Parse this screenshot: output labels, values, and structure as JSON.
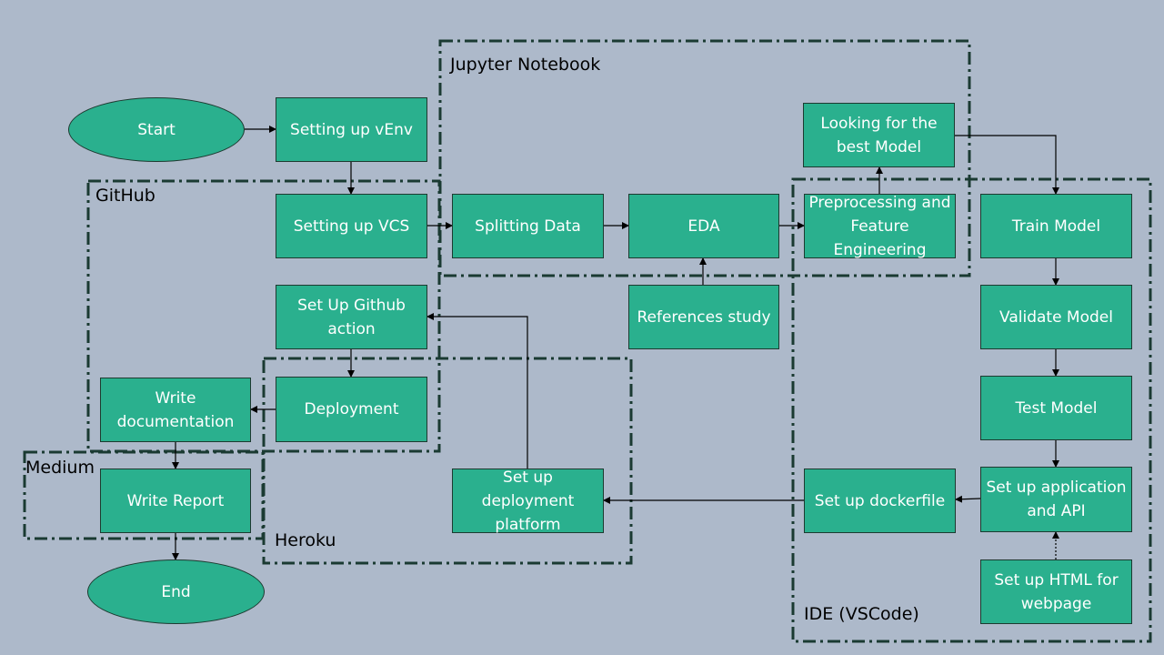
{
  "groups": {
    "jupyter": "Jupyter Notebook",
    "github": "GitHub",
    "medium": "Medium",
    "heroku": "Heroku",
    "ide": "IDE (VSCode)"
  },
  "nodes": {
    "start": "Start",
    "venv": "Setting up vEnv",
    "vcs": "Setting up VCS",
    "split": "Splitting Data",
    "eda": "EDA",
    "prep": "Preprocessing and Feature Engineering",
    "best_model": "Looking for the best Model",
    "train": "Train Model",
    "validate": "Validate Model",
    "test": "Test Model",
    "app_api": "Set up application and API",
    "html": "Set up HTML for webpage",
    "dockerfile": "Set up dockerfile",
    "deploy_platform": "Set up deployment platform",
    "gh_action": "Set Up Github action",
    "deployment": "Deployment",
    "refs": "References study",
    "write_doc": "Write documentation",
    "write_report": "Write Report",
    "end": "End"
  },
  "colors": {
    "background": "#adb9ca",
    "node_fill": "#2ab08e",
    "group_border": "#1a3a32"
  }
}
